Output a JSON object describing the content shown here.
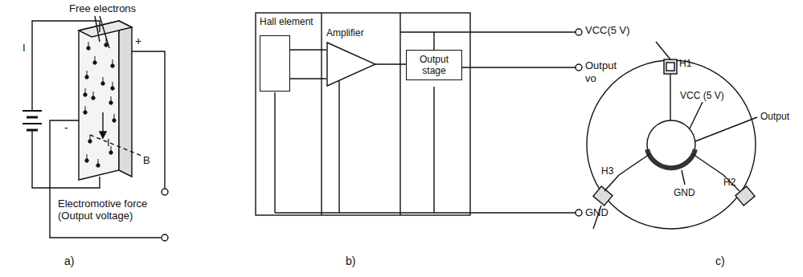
{
  "diagram": {
    "nodes": [
      {
        "text": [
          "Hall element"
        ]
      },
      {
        "text": [
          "Amplifier"
        ]
      },
      {
        "text": [
          "Output stage"
        ]
      }
    ],
    "edges": [
      {
        "from": 0,
        "to": 1,
        "arrow": "none"
      },
      {
        "from": 0,
        "to": 1,
        "arrow": "none"
      },
      {
        "from": 1,
        "to": 2,
        "arrow": "none"
      }
    ],
    "labels": [
      "Free electrons",
      "I",
      "+",
      "-",
      "I",
      "B",
      "Electromotive force (Output voltage)",
      "a)",
      "VCC(5 V)",
      "Output",
      "vo",
      "GND",
      "b)",
      "H1",
      "VCC (5 V)",
      "Output",
      "H2",
      "H3",
      "GND",
      "c)"
    ]
  }
}
